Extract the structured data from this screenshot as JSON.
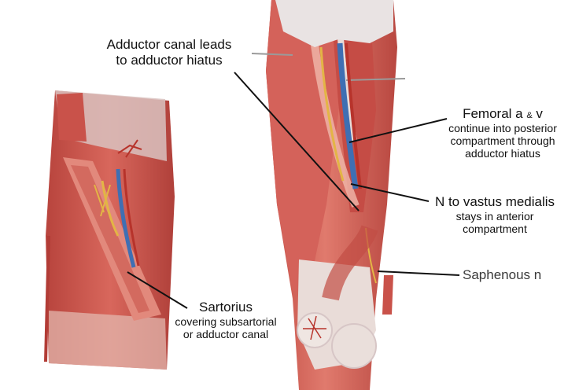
{
  "labels": {
    "adductor_canal": {
      "line1": "Adductor canal leads",
      "line2": "to adductor hiatus"
    },
    "femoral": {
      "line1": "Femoral a",
      "amp": "&",
      "v": "v",
      "line2": "continue into posterior",
      "line3": "compartment through",
      "line4": "adductor hiatus"
    },
    "vastus": {
      "line1": "N to vastus medialis",
      "line2": "stays in anterior",
      "line3": "compartment"
    },
    "saphenous": {
      "text": "Saphenous n"
    },
    "sartorius": {
      "line1": "Sartorius",
      "line2": "covering subsartorial",
      "line3": "or adductor canal"
    }
  },
  "colors": {
    "muscle": "#c9524a",
    "muscle_light": "#e08478",
    "tendon": "#e9dcd8",
    "artery": "#b7332b",
    "vein": "#3f6fb3",
    "nerve": "#e3b545",
    "fascia": "#d7c6c6"
  }
}
